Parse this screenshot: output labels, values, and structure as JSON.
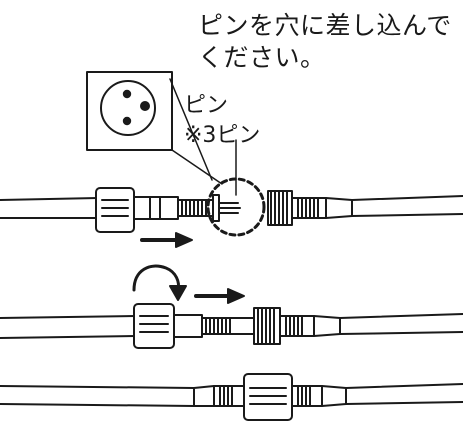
{
  "instruction": {
    "line1": "ピンを穴に差し込んで",
    "line2": "ください。"
  },
  "pin_callout": {
    "label": "ピン",
    "note": "※3ピン"
  },
  "colors": {
    "ink": "#1a1a1a",
    "background": "#ffffff"
  },
  "icons": [
    "socket-3-hole-icon",
    "arrow-right-icon",
    "curved-arrow-icon"
  ]
}
